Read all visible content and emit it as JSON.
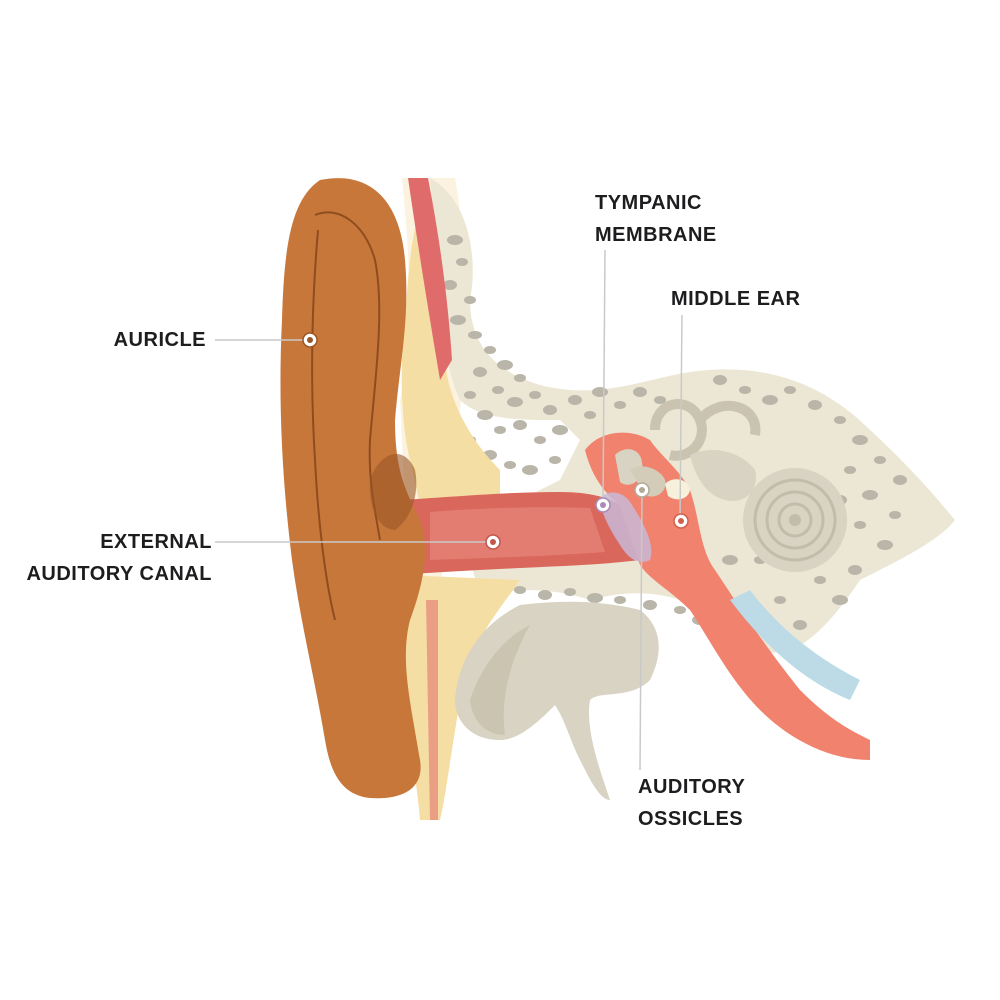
{
  "labels": {
    "auricle": {
      "lines": [
        "AURICLE"
      ]
    },
    "external_auditory_canal": {
      "lines": [
        "EXTERNAL",
        "AUDITORY CANAL"
      ]
    },
    "tympanic_membrane": {
      "lines": [
        "TYMPANIC",
        "MEMBRANE"
      ]
    },
    "middle_ear": {
      "lines": [
        "MIDDLE EAR"
      ]
    },
    "auditory_ossicles": {
      "lines": [
        "AUDITORY",
        "OSSICLES"
      ]
    }
  },
  "colors": {
    "auricle": "#c8773a",
    "auricle_dark": "#9a5626",
    "canal": "#e07a6c",
    "bone": "#ece7d4",
    "bone_dots": "#b7b3a6",
    "cartilage": "#f4dfa8",
    "muscle": "#e06b6b",
    "middle_ear": "#f0826e",
    "cochlea": "#d8d3c2",
    "nerve_blue": "#bcdbe6",
    "membrane": "#c9b9d6",
    "leader": "#c8c8c8"
  }
}
